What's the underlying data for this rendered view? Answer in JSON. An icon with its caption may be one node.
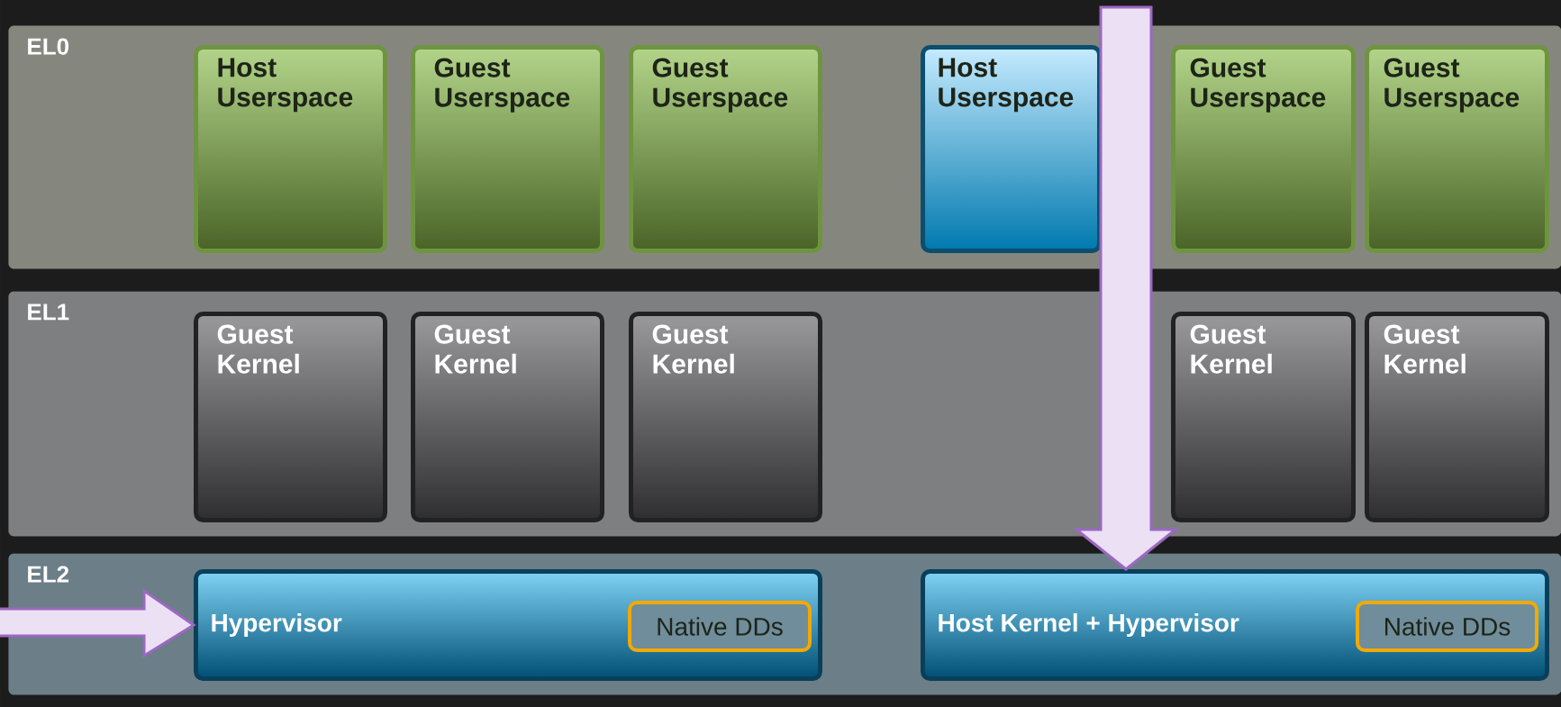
{
  "diagram": {
    "nodes": [
      {
        "text": [
          "EL0"
        ]
      },
      {
        "text": [
          "Host Userspace"
        ],
        "in": 0
      },
      {
        "text": [
          "Guest Userspace"
        ],
        "in": 0
      },
      {
        "text": [
          "Guest Userspace"
        ],
        "in": 0
      },
      {
        "text": [
          "Host Userspace"
        ],
        "in": 0
      },
      {
        "text": [
          "Guest Userspace"
        ],
        "in": 0
      },
      {
        "text": [
          "Guest Userspace"
        ],
        "in": 0
      },
      {
        "text": [
          "EL1"
        ]
      },
      {
        "text": [
          "Guest Kernel"
        ],
        "in": 7
      },
      {
        "text": [
          "Guest Kernel"
        ],
        "in": 7
      },
      {
        "text": [
          "Guest Kernel"
        ],
        "in": 7
      },
      {
        "text": [
          "Guest Kernel"
        ],
        "in": 7
      },
      {
        "text": [
          "Guest Kernel"
        ],
        "in": 7
      },
      {
        "text": [
          "EL2"
        ]
      },
      {
        "text": [
          "Hypervisor"
        ],
        "in": 13
      },
      {
        "text": [
          "Native DDs"
        ],
        "in": 14
      },
      {
        "text": [
          "Host Kernel + Hypervisor"
        ],
        "in": 13
      },
      {
        "text": [
          "Native DDs"
        ],
        "in": 16
      }
    ],
    "edges": [
      {
        "from": null,
        "to": 14,
        "arrow": "to"
      },
      {
        "from": null,
        "to": 16,
        "arrow": "to"
      }
    ]
  }
}
